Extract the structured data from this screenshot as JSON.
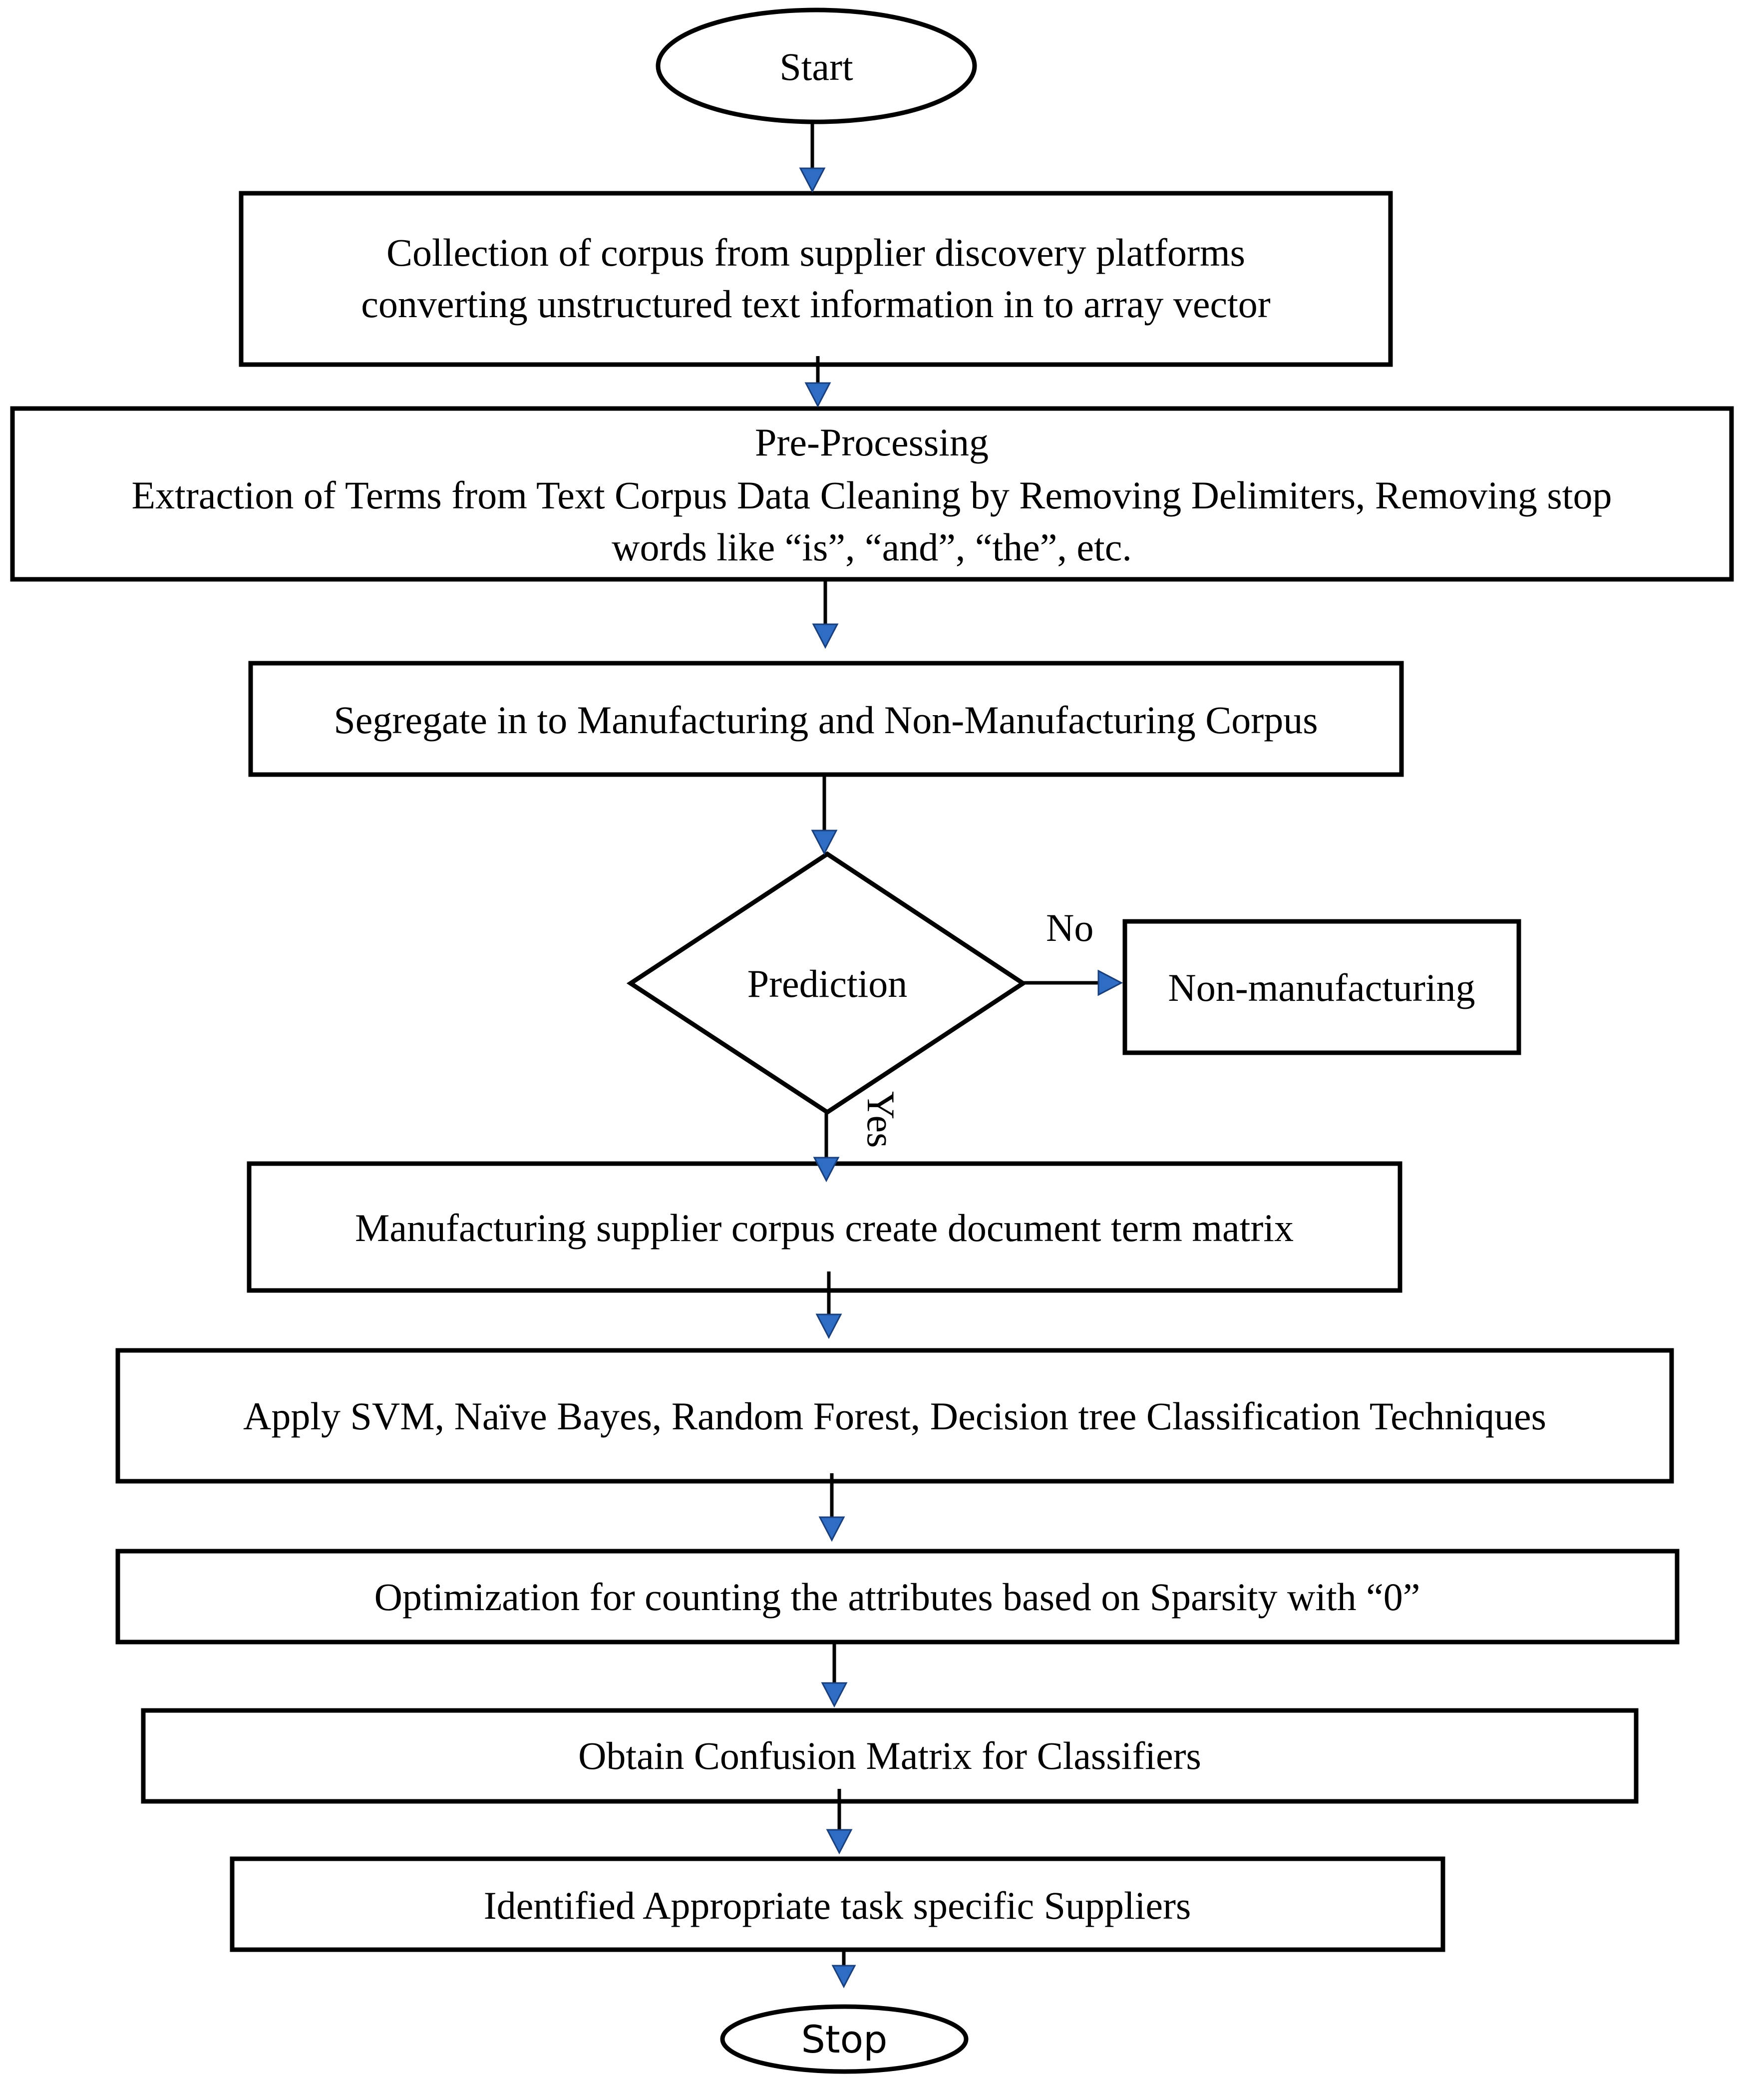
{
  "nodes": {
    "start": {
      "lines": [
        "Start"
      ]
    },
    "collection": {
      "lines": [
        "Collection of corpus from supplier discovery platforms",
        "converting unstructured text information in to array vector"
      ]
    },
    "preprocessing": {
      "lines": [
        "Pre-Processing",
        "Extraction of Terms from Text Corpus Data Cleaning by Removing Delimiters, Removing stop",
        "words like “is”, “and”, “the”, etc."
      ]
    },
    "segregate": {
      "lines": [
        "Segregate in to Manufacturing and Non-Manufacturing Corpus"
      ]
    },
    "prediction": {
      "lines": [
        "Prediction"
      ]
    },
    "nonmanufacturing": {
      "lines": [
        "Non-manufacturing"
      ]
    },
    "manufacturing": {
      "lines": [
        "Manufacturing supplier corpus create document term matrix"
      ]
    },
    "classifiers": {
      "lines": [
        "Apply SVM, Naïve Bayes, Random Forest, Decision tree Classification Techniques"
      ]
    },
    "optimization": {
      "lines": [
        "Optimization for counting the attributes based on Sparsity with “0”"
      ]
    },
    "confusion": {
      "lines": [
        "Obtain Confusion Matrix for Classifiers"
      ]
    },
    "identified": {
      "lines": [
        "Identified Appropriate task specific Suppliers"
      ]
    },
    "stop": {
      "lines": [
        "Stop"
      ]
    }
  },
  "edge_labels": {
    "no": "No",
    "yes": "Yes"
  },
  "colors": {
    "arrowhead": "#2f6cc4",
    "stroke": "#000000"
  }
}
